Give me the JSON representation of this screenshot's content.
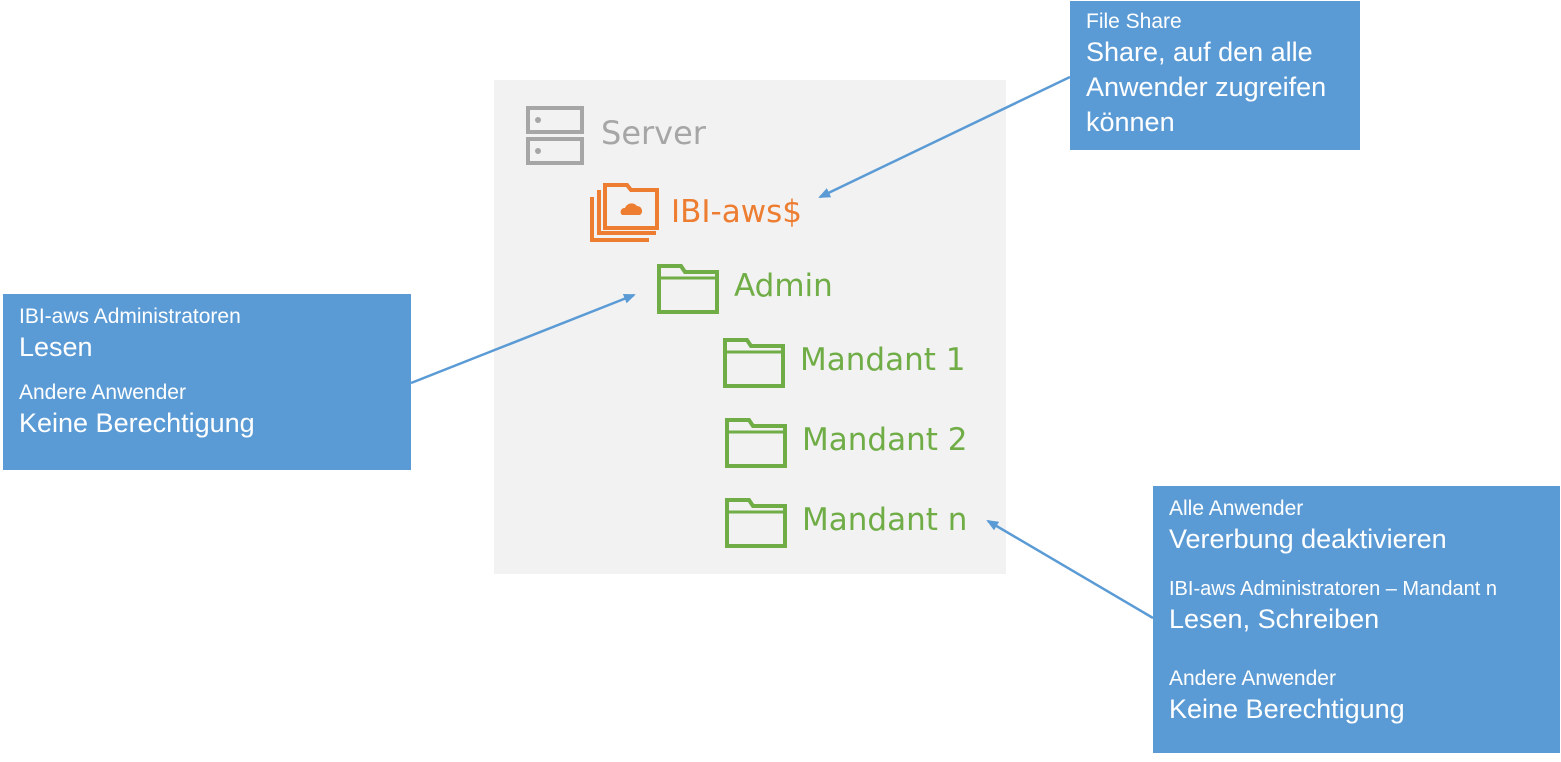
{
  "server": {
    "label": "Server"
  },
  "share": {
    "label": "IBI-aws$"
  },
  "folders": [
    {
      "label": "Admin"
    },
    {
      "label": "Mandant 1"
    },
    {
      "label": "Mandant 2"
    },
    {
      "label": "Mandant n"
    }
  ],
  "callouts": {
    "share": {
      "heading": "File Share",
      "text_lines": [
        "Share, auf den alle",
        "Anwender zugreifen",
        "können"
      ]
    },
    "admin": {
      "group1_heading": "IBI-aws Administratoren",
      "group1_text": "Lesen",
      "group2_heading": "Andere Anwender",
      "group2_text": "Keine Berechtigung"
    },
    "mandant_n": {
      "group1_heading": "Alle Anwender",
      "group1_text": "Vererbung deaktivieren",
      "group2_heading": "IBI-aws Administratoren – Mandant n",
      "group2_text": "Lesen, Schreiben",
      "group3_heading": "Andere Anwender",
      "group3_text": "Keine Berechtigung"
    }
  },
  "colors": {
    "server": "#a6a6a6",
    "share": "#ed7d31",
    "folder": "#70ad47",
    "callout": "#5b9bd5",
    "panel": "#f2f2f2"
  },
  "icons": {
    "server": "server-icon",
    "share": "cloud-folder-icon",
    "folder": "folder-icon"
  }
}
